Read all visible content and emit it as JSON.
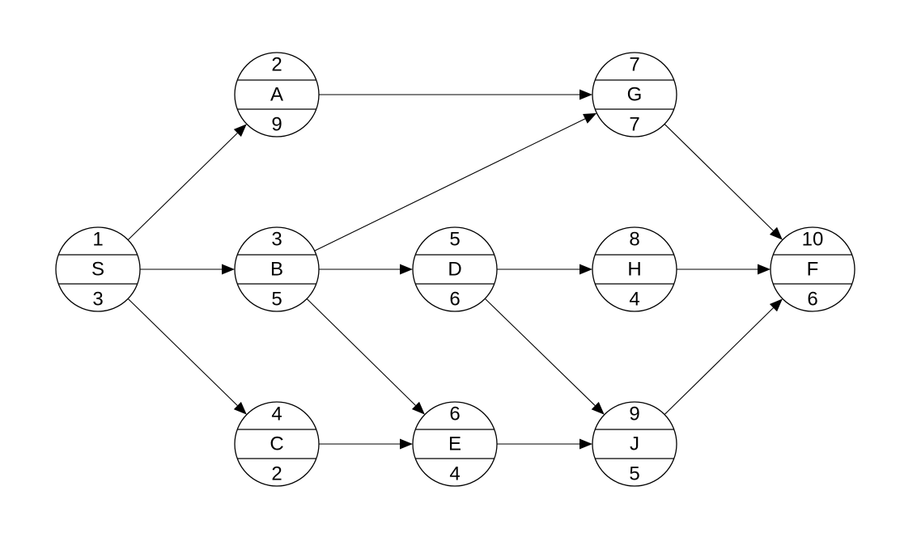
{
  "diagram": {
    "type": "network",
    "colors": {
      "stroke": "#000000",
      "node_fill": "#ffffff",
      "background": "#ffffff"
    },
    "nodes": [
      {
        "id": "S",
        "label": "S",
        "top": "1",
        "bottom": "3"
      },
      {
        "id": "A",
        "label": "A",
        "top": "2",
        "bottom": "9"
      },
      {
        "id": "B",
        "label": "B",
        "top": "3",
        "bottom": "5"
      },
      {
        "id": "C",
        "label": "C",
        "top": "4",
        "bottom": "2"
      },
      {
        "id": "D",
        "label": "D",
        "top": "5",
        "bottom": "6"
      },
      {
        "id": "E",
        "label": "E",
        "top": "6",
        "bottom": "4"
      },
      {
        "id": "G",
        "label": "G",
        "top": "7",
        "bottom": "7"
      },
      {
        "id": "H",
        "label": "H",
        "top": "8",
        "bottom": "4"
      },
      {
        "id": "J",
        "label": "J",
        "top": "9",
        "bottom": "5"
      },
      {
        "id": "F",
        "label": "F",
        "top": "10",
        "bottom": "6"
      }
    ],
    "edges": [
      {
        "from": "S",
        "to": "A"
      },
      {
        "from": "S",
        "to": "B"
      },
      {
        "from": "S",
        "to": "C"
      },
      {
        "from": "A",
        "to": "G"
      },
      {
        "from": "B",
        "to": "G"
      },
      {
        "from": "B",
        "to": "D"
      },
      {
        "from": "B",
        "to": "E"
      },
      {
        "from": "C",
        "to": "E"
      },
      {
        "from": "D",
        "to": "H"
      },
      {
        "from": "D",
        "to": "J"
      },
      {
        "from": "E",
        "to": "J"
      },
      {
        "from": "G",
        "to": "F"
      },
      {
        "from": "H",
        "to": "F"
      },
      {
        "from": "J",
        "to": "F"
      }
    ]
  }
}
